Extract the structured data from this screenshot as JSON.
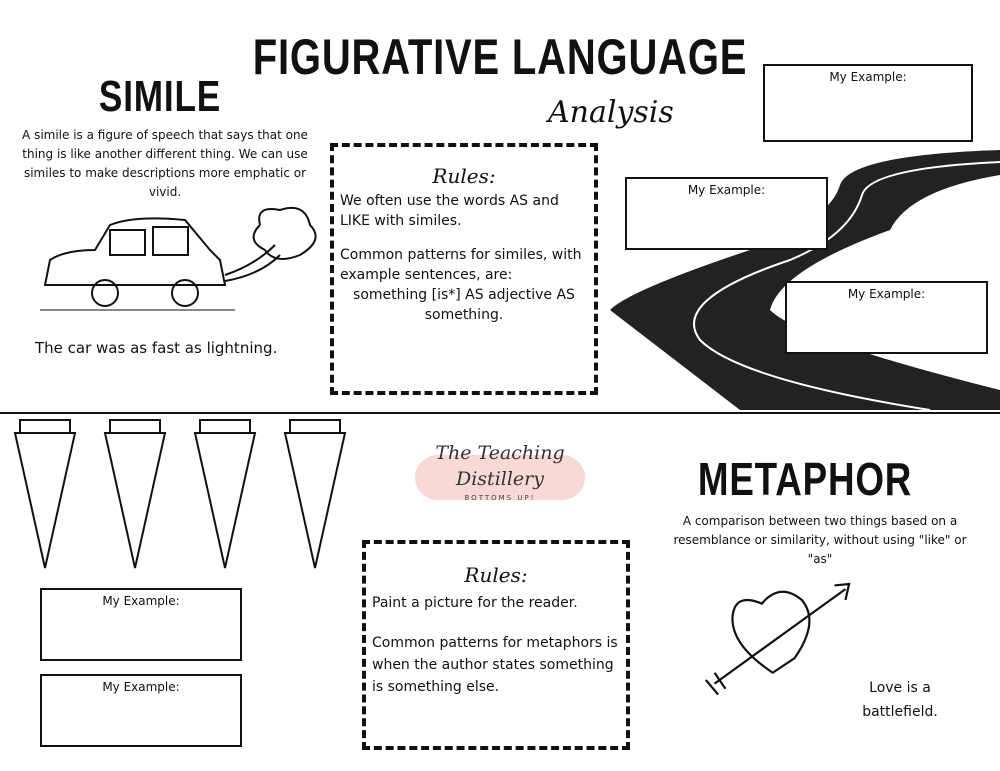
{
  "header": {
    "title": "FIGURATIVE LANGUAGE",
    "subtitle": "Analysis"
  },
  "simile": {
    "heading": "SIMILE",
    "definition": "A simile is a figure of speech that says that one thing is like another different thing. We can use similes to make descriptions more emphatic or vivid.",
    "example": "The car was as fast as lightning.",
    "rules": {
      "heading": "Rules:",
      "p1": "We often use the words AS and LIKE with similes.",
      "p2": "Common patterns for similes, with example sentences, are:",
      "p3": "something [is*] AS adjective AS something."
    }
  },
  "example_label": "My Example:",
  "logo": {
    "line1": "The Teaching",
    "line2": "Distillery",
    "tagline": "BOTTOMS UP!"
  },
  "metaphor": {
    "heading": "METAPHOR",
    "definition": "A comparison between two things based on a resemblance or similarity, without using \"like\" or \"as\"",
    "example": "Love is a battlefield.",
    "rules": {
      "heading": "Rules:",
      "p1": "Paint a picture for the reader.",
      "p2": "Common patterns for metaphors is when the author states something is something else."
    }
  }
}
